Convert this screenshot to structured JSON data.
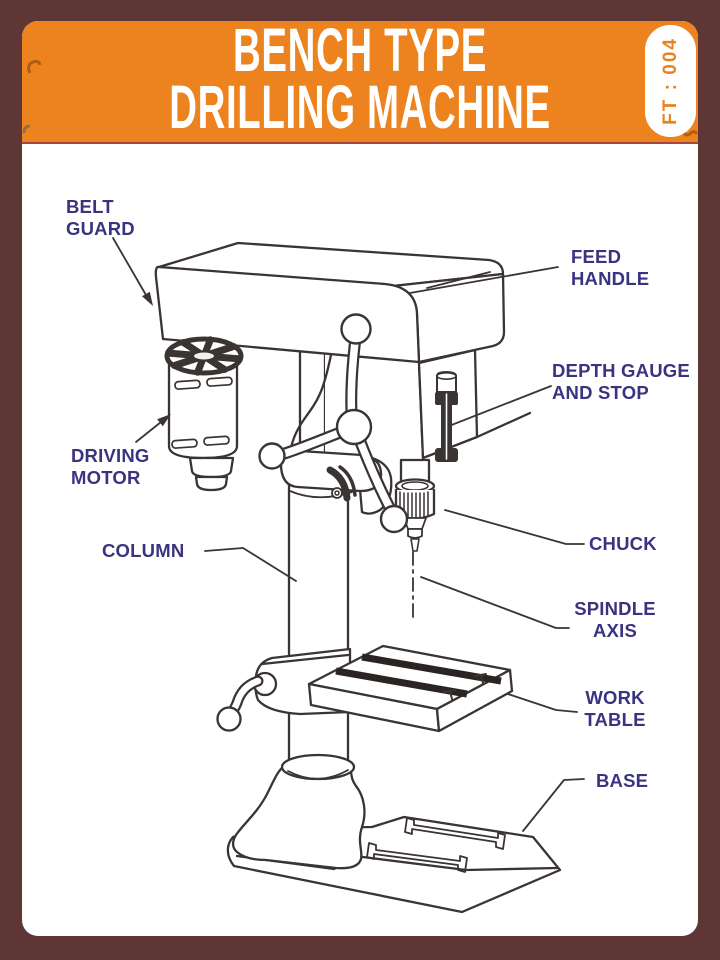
{
  "poster": {
    "header": {
      "title_line1": "BENCH TYPE",
      "title_line2": "DRILLING MACHINE",
      "badge": "FT : 004"
    },
    "labels": {
      "belt_guard": {
        "line1": "BELT",
        "line2": "GUARD"
      },
      "feed_handle": {
        "line1": "FEED",
        "line2": "HANDLE"
      },
      "depth_gauge": {
        "line1": "DEPTH GAUGE",
        "line2": "AND STOP"
      },
      "driving_motor": {
        "line1": "DRIVING",
        "line2": "MOTOR"
      },
      "column": {
        "line1": "COLUMN"
      },
      "chuck": {
        "line1": "CHUCK"
      },
      "spindle_axis": {
        "line1": "SPINDLE",
        "line2": "AXIS"
      },
      "work_table": {
        "line1": "WORK",
        "line2": "TABLE"
      },
      "base": {
        "line1": "BASE"
      }
    },
    "colors": {
      "background": "#5e3635",
      "header_orange": "#ec831e",
      "panel": "#ffffff",
      "label_ink": "#3a3480",
      "line_ink": "#3a3433",
      "header_rule": "#a2483f"
    }
  }
}
